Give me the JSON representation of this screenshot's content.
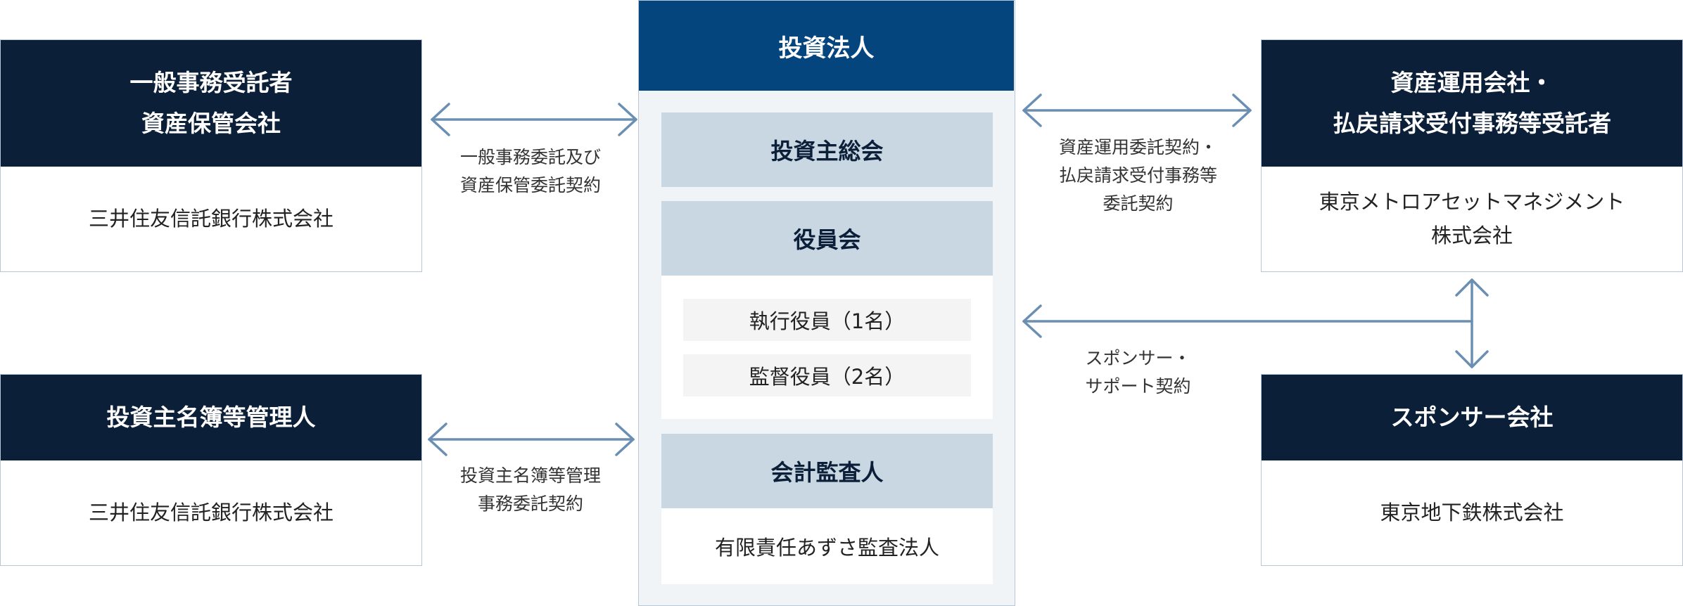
{
  "center": {
    "title": "投資法人",
    "general_meeting": "投資主総会",
    "board": "役員会",
    "executive_officer": "執行役員（1名）",
    "supervisory_officers": "監督役員（2名）",
    "auditor_title": "会計監査人",
    "auditor_name": "有限責任あずさ監査法人"
  },
  "left_top": {
    "title_line1": "一般事務受託者",
    "title_line2": "資産保管会社",
    "company": "三井住友信託銀行株式会社"
  },
  "left_bottom": {
    "title": "投資主名簿等管理人",
    "company": "三井住友信託銀行株式会社"
  },
  "right_top": {
    "title_line1": "資産運用会社・",
    "title_line2": "払戻請求受付事務等受託者",
    "company_line1": "東京メトロアセットマネジメント",
    "company_line2": "株式会社"
  },
  "right_bottom": {
    "title": "スポンサー会社",
    "company": "東京地下鉄株式会社"
  },
  "contracts": {
    "left_top_line1": "一般事務委託及び",
    "left_top_line2": "資産保管委託契約",
    "left_bottom_line1": "投資主名簿等管理",
    "left_bottom_line2": "事務委託契約",
    "right_top_line1": "資産運用委託契約・",
    "right_top_line2": "払戻請求受付事務等",
    "right_top_line3": "委託契約",
    "right_bottom_line1": "スポンサー・",
    "right_bottom_line2": "サポート契約"
  },
  "colors": {
    "dark_navy": "#0b1f38",
    "center_header_blue": "#04457e",
    "panel_blue": "#c9d7e3",
    "arrow_blue": "#6a8fb3"
  }
}
